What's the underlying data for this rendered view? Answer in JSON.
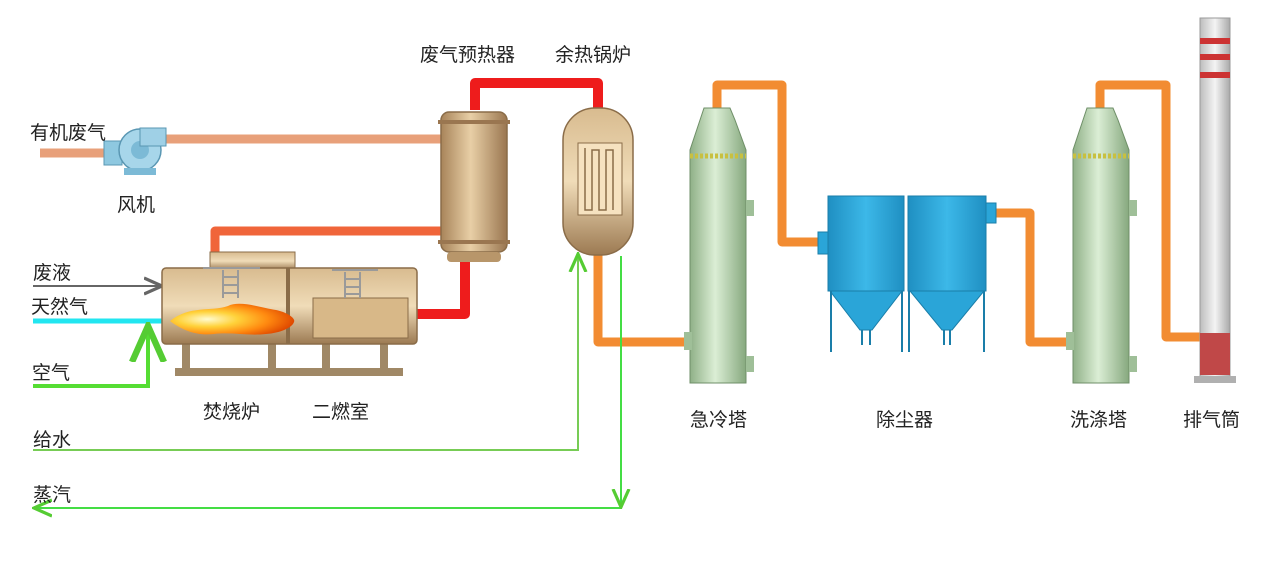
{
  "labels": {
    "organic_exhaust": "有机废气",
    "fan": "风机",
    "waste_liquid": "废液",
    "natural_gas": "天然气",
    "air": "空气",
    "incinerator": "焚烧炉",
    "secondary_chamber": "二燃室",
    "feed_water": "给水",
    "steam": "蒸汽",
    "exhaust_preheater": "废气预热器",
    "waste_heat_boiler": "余热锅炉",
    "quench_tower": "急冷塔",
    "dust_collector": "除尘器",
    "scrubber": "洗涤塔",
    "chimney": "排气筒"
  },
  "colors": {
    "hot_pipe": "#ee1c1c",
    "orange_pipe": "#f28c32",
    "exhaust_pipe": "#e8a07a",
    "feed_line": "#66cc44",
    "steam_line": "#44dd44",
    "gas_line": "#22e6f0",
    "waste_line": "#666666",
    "tower": "#b9d4b2",
    "collector": "#2aa5d8",
    "chimney_band": "#cc3333"
  }
}
